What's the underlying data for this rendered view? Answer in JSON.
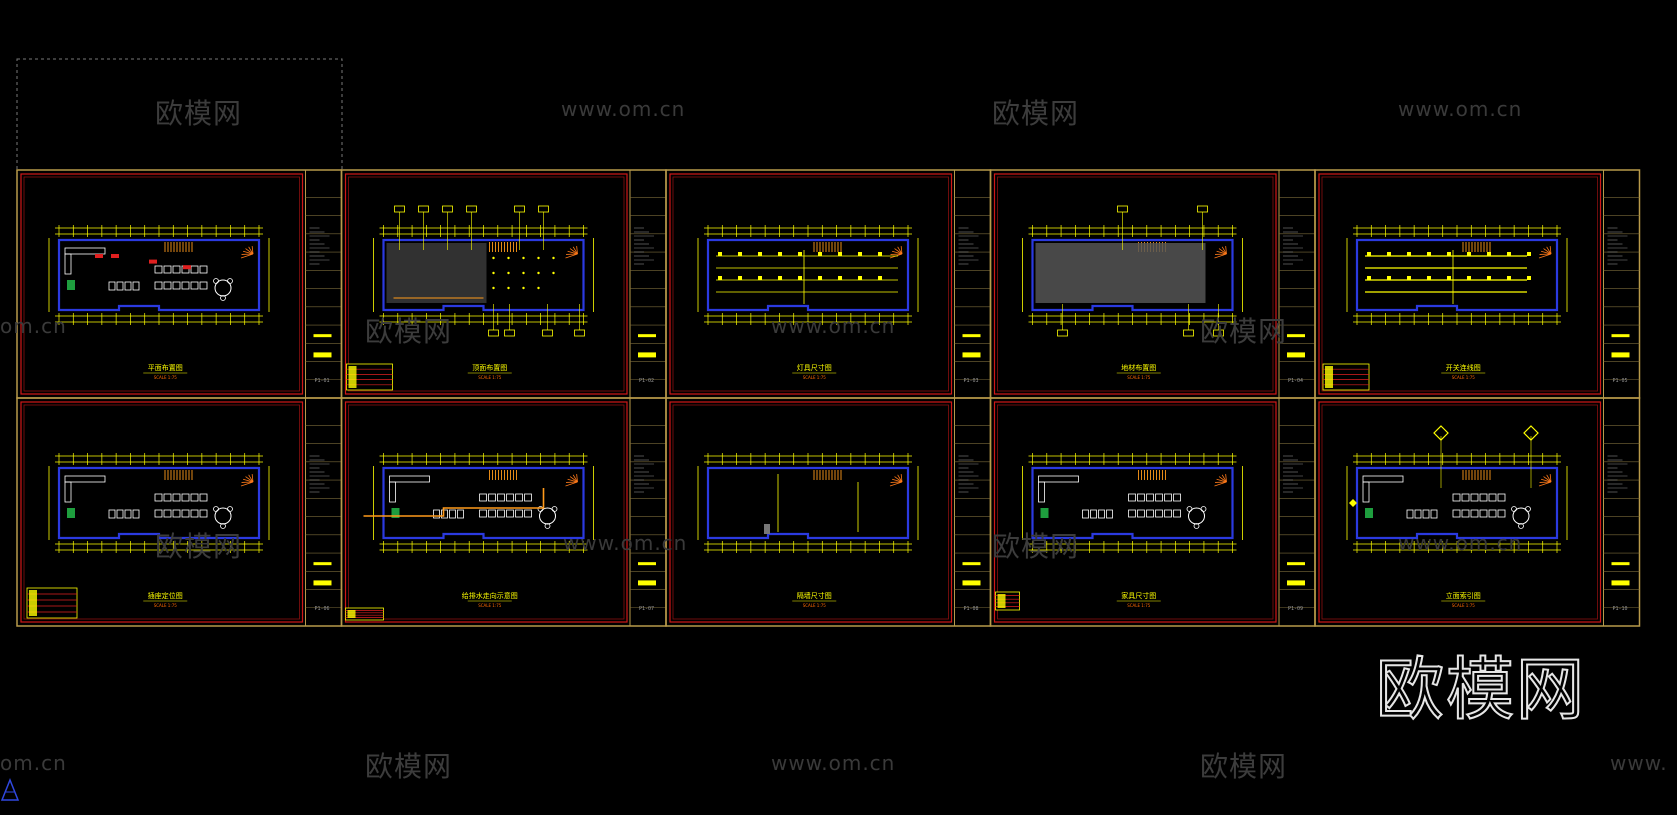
{
  "colors": {
    "background": "#000000",
    "sheet_border": "#b89a4a",
    "inner_frame": "#d01818",
    "drawing_yellow": "#ffff00",
    "wall_blue": "#2b3ae0",
    "furniture_white": "#ffffff",
    "watermark": "#3c3c3c"
  },
  "watermarks": {
    "brand": "欧模网",
    "url": "www.om.cn",
    "url_short": "om.cn",
    "url_partial": "www."
  },
  "big_logo": "欧模网",
  "sheets": [
    {
      "title": "平面布置图",
      "scale": "SCALE 1:75",
      "number": "P1-01",
      "plan": "furniture"
    },
    {
      "title": "顶面布置图",
      "scale": "SCALE 1:75",
      "number": "P1-02",
      "plan": "ceiling"
    },
    {
      "title": "灯具尺寸图",
      "scale": "SCALE 1:75",
      "number": "P1-03",
      "plan": "lights"
    },
    {
      "title": "地材布置图",
      "scale": "SCALE 1:75",
      "number": "P1-04",
      "plan": "floor"
    },
    {
      "title": "开关连线图",
      "scale": "SCALE 1:75",
      "number": "P1-05",
      "plan": "switch"
    },
    {
      "title": "插座定位图",
      "scale": "SCALE 1:75",
      "number": "P1-06",
      "plan": "socket"
    },
    {
      "title": "给排水走向示意图",
      "scale": "SCALE 1:75",
      "number": "P1-07",
      "plan": "water"
    },
    {
      "title": "隔墙尺寸图",
      "scale": "SCALE 1:75",
      "number": "P1-08",
      "plan": "walls"
    },
    {
      "title": "家具尺寸图",
      "scale": "SCALE 1:75",
      "number": "P1-09",
      "plan": "furniture2"
    },
    {
      "title": "立面索引图",
      "scale": "SCALE 1:75",
      "number": "P1-10",
      "plan": "index"
    }
  ]
}
